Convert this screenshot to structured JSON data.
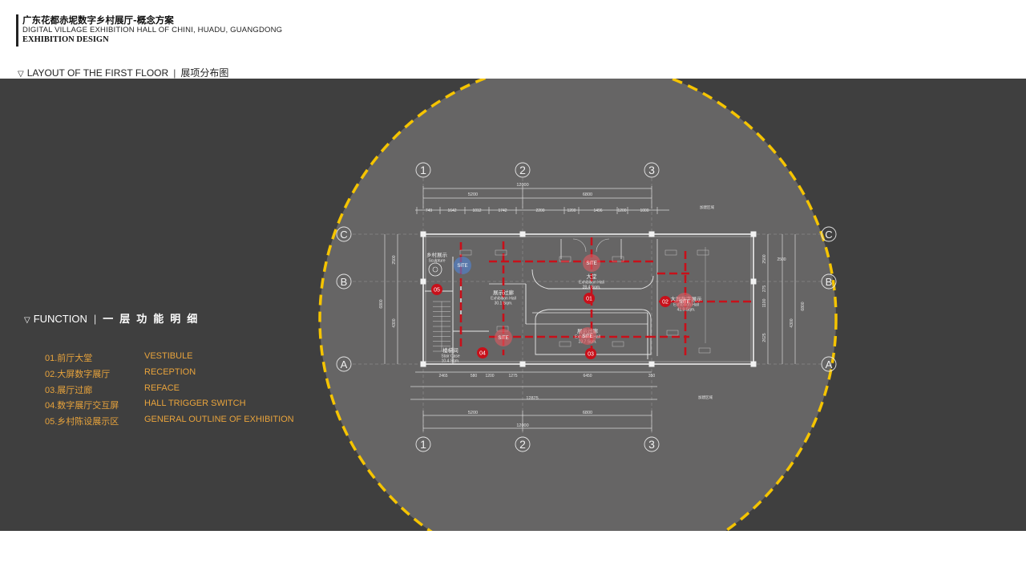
{
  "header": {
    "title_cn": "广东花都赤坭数字乡村展厅-概念方案",
    "title_en": "DIGITAL VILLAGE EXHIBITION HALL OF CHINI, HUADU, GUANGDONG",
    "subtitle": "EXHIBITION DESIGN"
  },
  "section": {
    "title_en": "LAYOUT OF THE FIRST FLOOR",
    "title_cn": "展项分布图"
  },
  "function": {
    "title_en": "FUNCTION",
    "title_cn": "一层功能明细",
    "items": [
      {
        "cn": "01.前厅大堂",
        "en": "VESTIBULE"
      },
      {
        "cn": "02.大屏数字展厅",
        "en": "RECEPTION"
      },
      {
        "cn": "03.展厅过廊",
        "en": "REFACE"
      },
      {
        "cn": "04.数字展厅交互屏",
        "en": "HALL TRIGGER SWITCH"
      },
      {
        "cn": "05.乡村陈设展示区",
        "en": "GENERAL OUTLINE OF EXHIBITION"
      }
    ]
  },
  "plan": {
    "axes_col": [
      "1",
      "2",
      "3"
    ],
    "axes_row": [
      "C",
      "B",
      "A"
    ],
    "dims_top_total": "12000",
    "dims_top_parts": [
      "5200",
      "6800"
    ],
    "dims_top_detail": [
      "749",
      "1642",
      "1012",
      "1742",
      "2200",
      "1200",
      "1496",
      "1200",
      "1000"
    ],
    "dims_bottom_detail": [
      "2465",
      "580",
      "1200",
      "1275",
      "6450",
      "350"
    ],
    "dims_bottom_sub": "12875",
    "dims_bottom_parts": [
      "5200",
      "6800"
    ],
    "dims_bottom_total": "12000",
    "dims_left": [
      "2500",
      "4300",
      "6800"
    ],
    "dims_right": [
      "2500",
      "275",
      "1100",
      "2625",
      "4300",
      "6800"
    ],
    "rooms": [
      {
        "cn": "大堂",
        "en": "Exhibition Hall",
        "area": "28.4 Sqm."
      },
      {
        "cn": "展示过廊",
        "en": "Exhibition Hall",
        "area": "30.1 Sqm."
      },
      {
        "cn": "展示过廊",
        "en": "Exhibition Hall",
        "area": "23.7 Sqm."
      },
      {
        "cn": "大屏数字展示",
        "en": "Exhibition Hall",
        "area": "41.9 Sqm."
      },
      {
        "cn": "楼梯间",
        "en": "Stair Case",
        "area": "10.4 Sqm."
      },
      {
        "cn": "乡村展示",
        "en": "Sculpture",
        "area": ""
      }
    ],
    "markers": [
      "01",
      "02",
      "03",
      "04",
      "05"
    ],
    "site_label": "SITE",
    "note": "加建区域"
  },
  "colors": {
    "accent": "#f5c400",
    "marker": "#c8101a",
    "site_red": "#e05a60",
    "site_blue": "#4f86d8",
    "text_orange": "#e8a33c"
  }
}
